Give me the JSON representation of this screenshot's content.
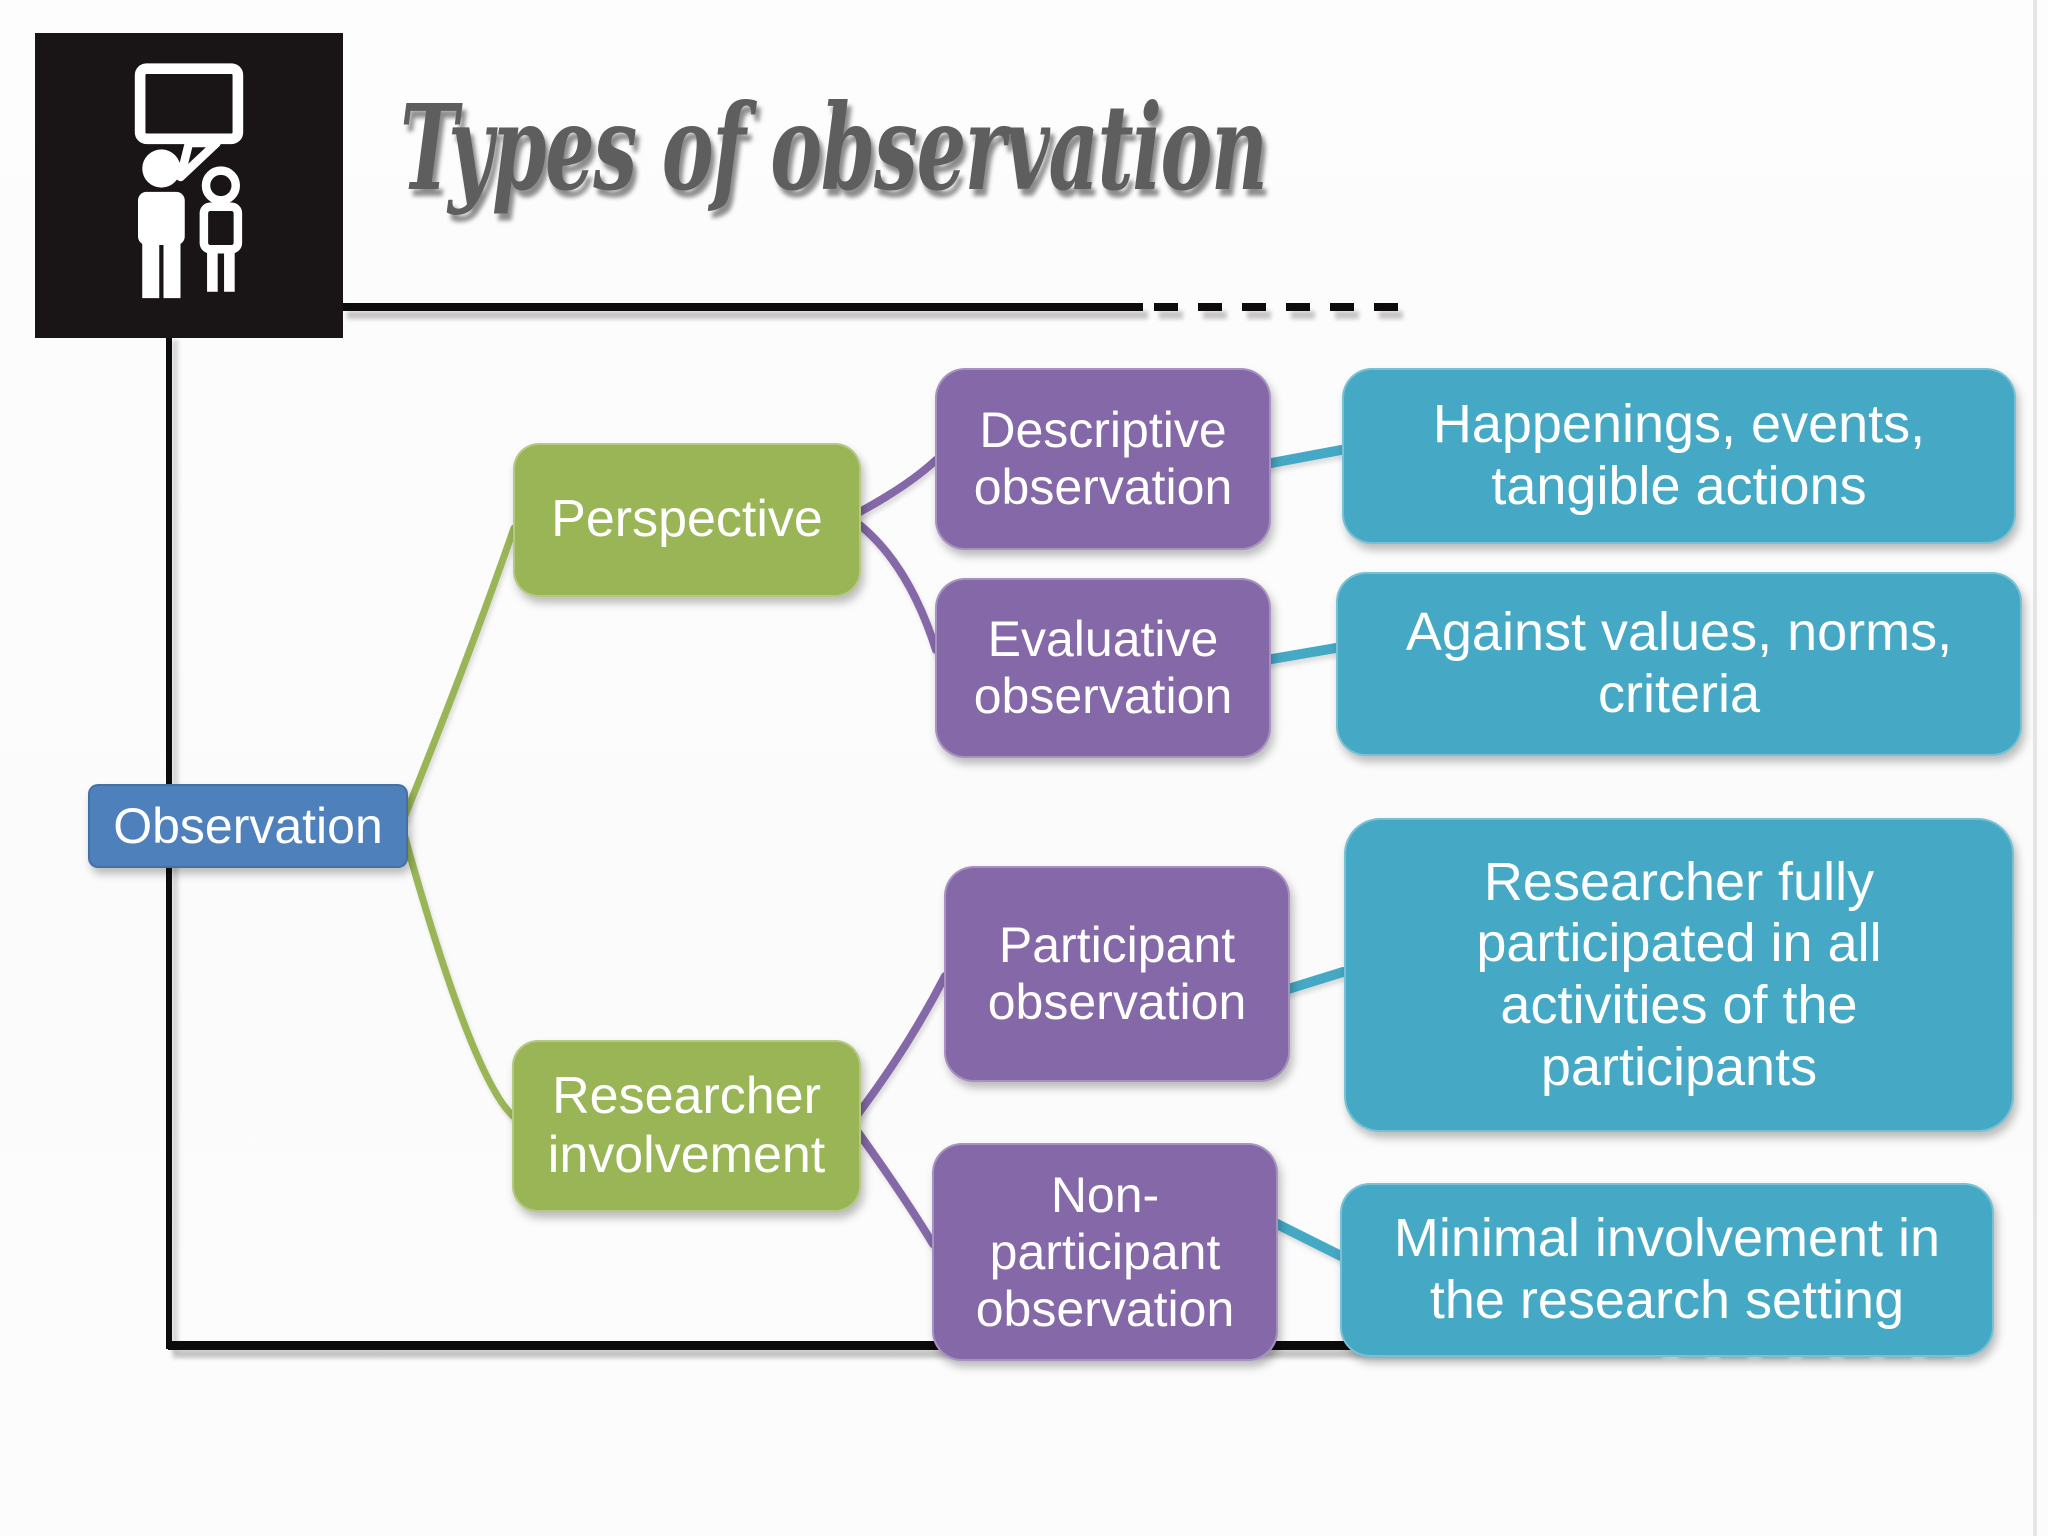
{
  "slide": {
    "title": "Types of observation",
    "header_icon": "people-speech-bubble-icon"
  },
  "colors": {
    "root": "#4E80BC",
    "branch": "#99B556",
    "leaf": "#8468A7",
    "detail": "#45A9C5",
    "title": "#5E5E5E",
    "line": "#0D0B0C"
  },
  "diagram": {
    "root": {
      "label": "Observation"
    },
    "branches": [
      {
        "label": "Perspective",
        "children": [
          {
            "label": "Descriptive\nobservation",
            "detail": "Happenings, events,\ntangible actions"
          },
          {
            "label": "Evaluative\nobservation",
            "detail": "Against values, norms,\ncriteria"
          }
        ]
      },
      {
        "label": "Researcher\ninvolvement",
        "children": [
          {
            "label": "Participant\nobservation",
            "detail": "Researcher fully\nparticipated in all\nactivities of the\nparticipants"
          },
          {
            "label": "Non-\nparticipant\nobservation",
            "detail": "Minimal involvement in\nthe research setting"
          }
        ]
      }
    ]
  }
}
